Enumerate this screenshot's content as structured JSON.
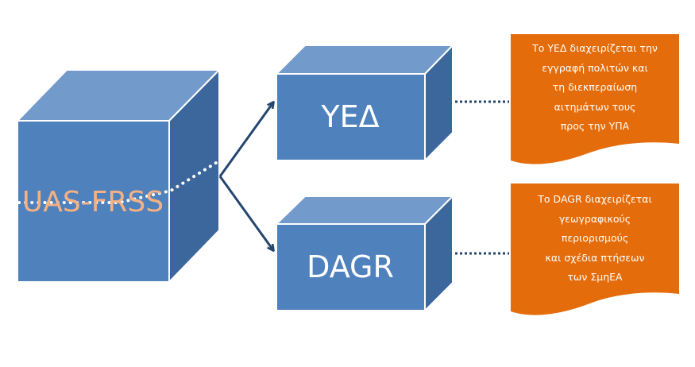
{
  "main_box": {
    "label": "UAS-FRSS",
    "label_color": "#f4b183"
  },
  "sub_boxes": [
    {
      "label": "ΥΕΔ"
    },
    {
      "label": "DAGR"
    }
  ],
  "notes": [
    {
      "lines": [
        "Το ΥΕΔ διαχειρίζεται την",
        "εγγραφή πολιτών και",
        "τη διεκπεραίωση",
        "αιτημάτων τους",
        "προς την ΥΠΑ"
      ]
    },
    {
      "lines": [
        "Το DAGR διαχειρίζεται",
        "γεωγραφικούς",
        "περιορισμούς",
        "και σχέδια πτήσεων",
        "των ΣμηΕΑ"
      ]
    }
  ],
  "colors": {
    "box_front": "#4f81bd",
    "box_top": "#729acb",
    "box_side": "#3b679c",
    "box_outline": "#ffffff",
    "arrow": "#24466e",
    "dotted_connector": "#24466e",
    "note_fill": "#e46c0a",
    "note_text": "#ffffff"
  }
}
